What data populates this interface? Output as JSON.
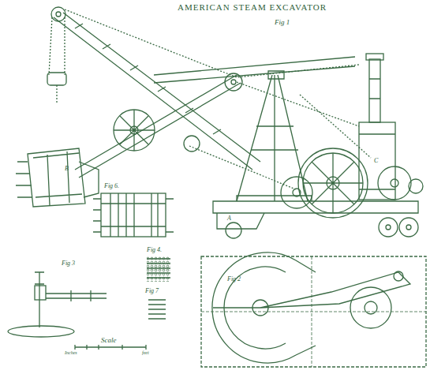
{
  "diagram": {
    "title": "AMERICAN STEAM EXCAVATOR",
    "labels": [
      "Fig 1",
      "Fig 6.",
      "Fig 4.",
      "Fig 3",
      "Fig 7",
      "Fig 2",
      "Scale",
      "Inches",
      "feet",
      "A",
      "B",
      "C"
    ]
  }
}
